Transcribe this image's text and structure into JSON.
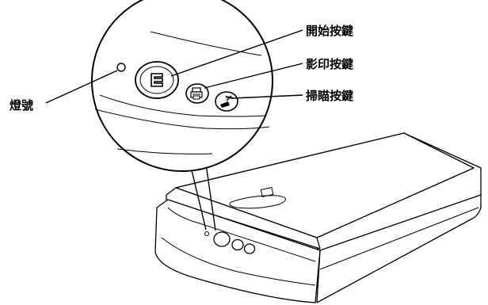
{
  "labels": {
    "start_button": "開始按鍵",
    "copy_button": "影印按鍵",
    "scan_button": "掃瞄按鍵",
    "indicator_light": "燈號"
  }
}
